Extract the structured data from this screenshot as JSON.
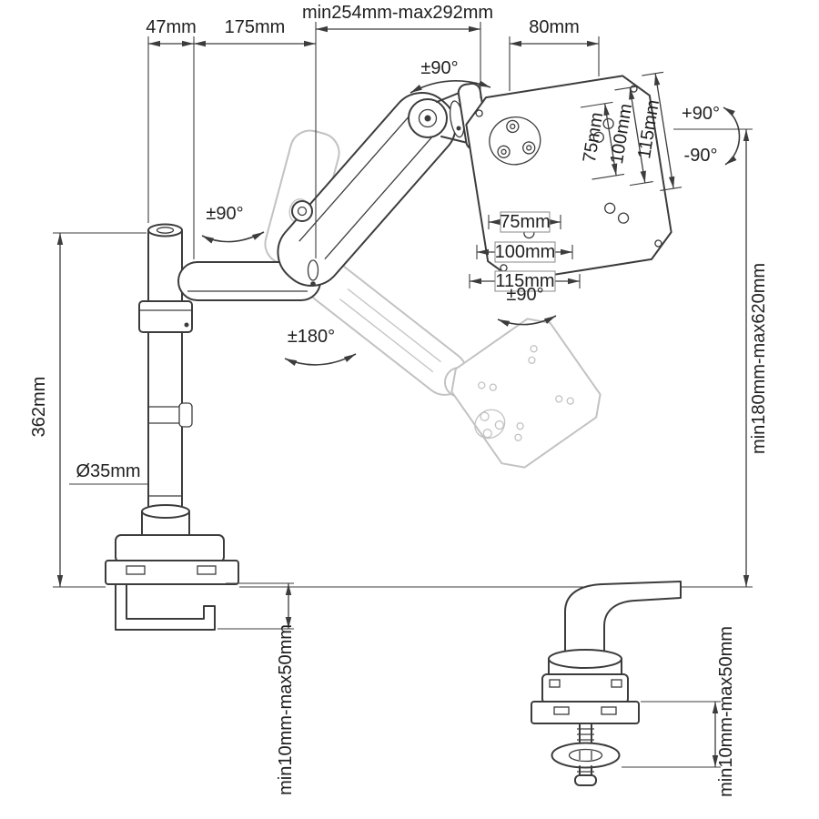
{
  "diagram": {
    "type": "technical-dimension-drawing",
    "subject": "single-monitor-desk-mount-arm",
    "top_dimensions": {
      "pole_cap": "47mm",
      "lower_arm": "175mm",
      "reach_range": "min254mm-max292mm",
      "head_depth": "80mm"
    },
    "left_dimensions": {
      "pole_height": "362mm",
      "pole_diameter": "Ø35mm"
    },
    "right_dimensions": {
      "height_range": "min180mm-max620mm"
    },
    "clamp_dimensions": {
      "desk_thickness_main": "min10mm-max50mm",
      "desk_thickness_detail": "min10mm-max50mm"
    },
    "vesa_plate": {
      "vertical_labels": [
        "75mm",
        "100mm",
        "115mm"
      ],
      "horizontal_labels": [
        "75mm",
        "100mm",
        "115mm"
      ]
    },
    "rotation_labels": {
      "head_tilt": "±90°",
      "arm_swivel": "±90°",
      "forearm_swivel": "±180°",
      "plate_rotation": "±90°",
      "pivot_up": "+90°",
      "pivot_down": "-90°"
    },
    "colors": {
      "line": "#3c3c3c",
      "ghost": "#c2c2c2",
      "text": "#1f1f1f",
      "background": "#ffffff"
    }
  }
}
